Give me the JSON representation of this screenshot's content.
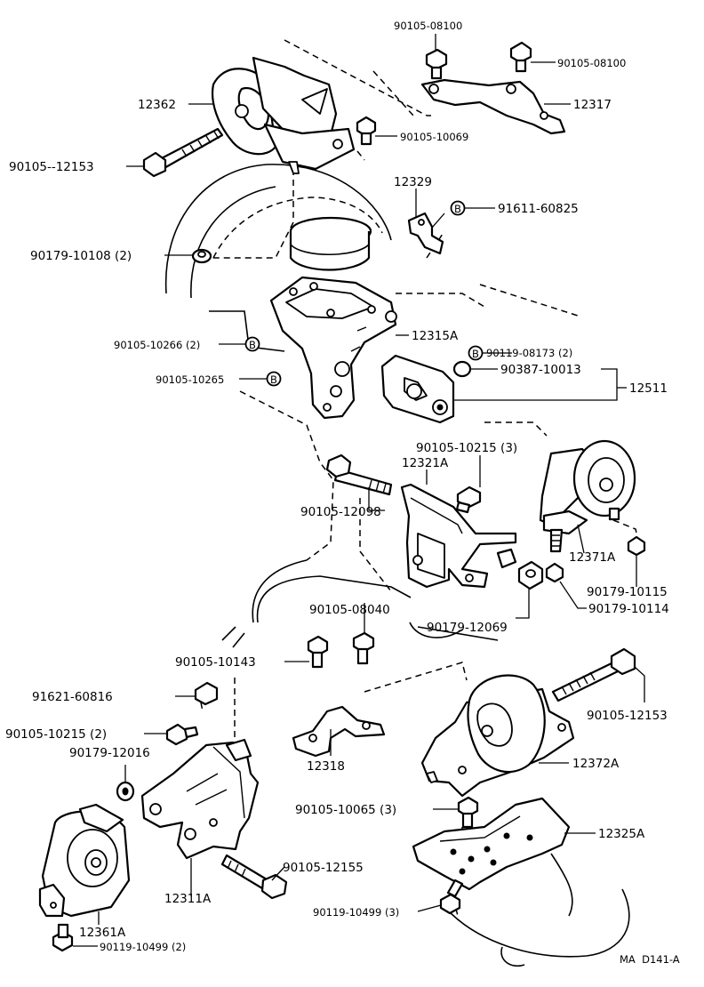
{
  "diagram": {
    "footer_code": "MA  D141-A",
    "labels": {
      "p90105_08100_a": "90105-08100",
      "p90105_08100_b": "90105-08100",
      "p12362": "12362",
      "p12317": "12317",
      "p90105_10069": "90105-10069",
      "p90105_12153_a": "90105--12153",
      "p12329": "12329",
      "p91611_60825": "91611-60825",
      "p90179_10108": "90179-10108 (2)",
      "p12315A": "12315A",
      "p90105_10266": "90105-10266 (2)",
      "p90119_08173": "90119-08173 (2)",
      "p90387_10013": "90387-10013",
      "p12511": "12511",
      "p90105_10265": "90105-10265",
      "p90105_10215_3": "90105-10215 (3)",
      "p12321A": "12321A",
      "p90105_12098": "90105-12098",
      "p12371A": "12371A",
      "p90179_10115": "90179-10115",
      "p90179_10114": "90179-10114",
      "p90105_08040": "90105-08040",
      "p90179_12069": "90179-12069",
      "p90105_10143": "90105-10143",
      "p91621_60816": "91621-60816",
      "p90105_12153_b": "90105-12153",
      "p90105_10215_2": "90105-10215 (2)",
      "p12318": "12318",
      "p12372A": "12372A",
      "p90179_12016": "90179-12016",
      "p90105_10065": "90105-10065 (3)",
      "p12325A": "12325A",
      "p90105_12155": "90105-12155",
      "p12311A": "12311A",
      "p90119_10499_3": "90119-10499 (3)",
      "p12361A": "12361A",
      "p90119_10499_2": "90119-10499 (2)"
    },
    "markers": {
      "b": "B"
    }
  }
}
